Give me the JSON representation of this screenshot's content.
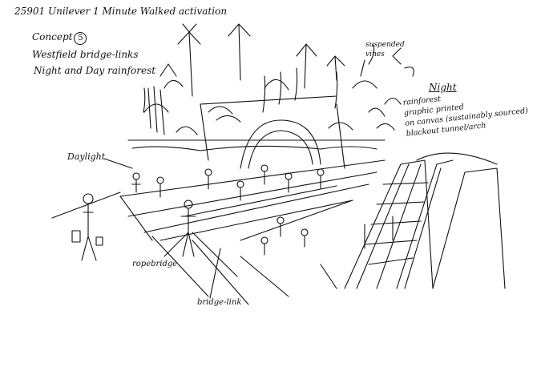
{
  "labels": {
    "title": "25901 Unilever 1 Minute Walked activation",
    "concept_prefix": "Concept",
    "concept_number": "5",
    "line1": "Westfield bridge-links",
    "line2": "Night and Day rainforest",
    "daylight": "Daylight",
    "suspended_vines": "suspended\nvines",
    "night_heading": "Night",
    "night_description": "rainforest\ngraphic printed\non canvas (sustainably sourced)\nblackout tunnel/arch",
    "rope_bridge": "ropebridge",
    "bridge_link": "bridge-link"
  },
  "colors": {
    "ink": "#111111",
    "paper": "#ffffff"
  }
}
